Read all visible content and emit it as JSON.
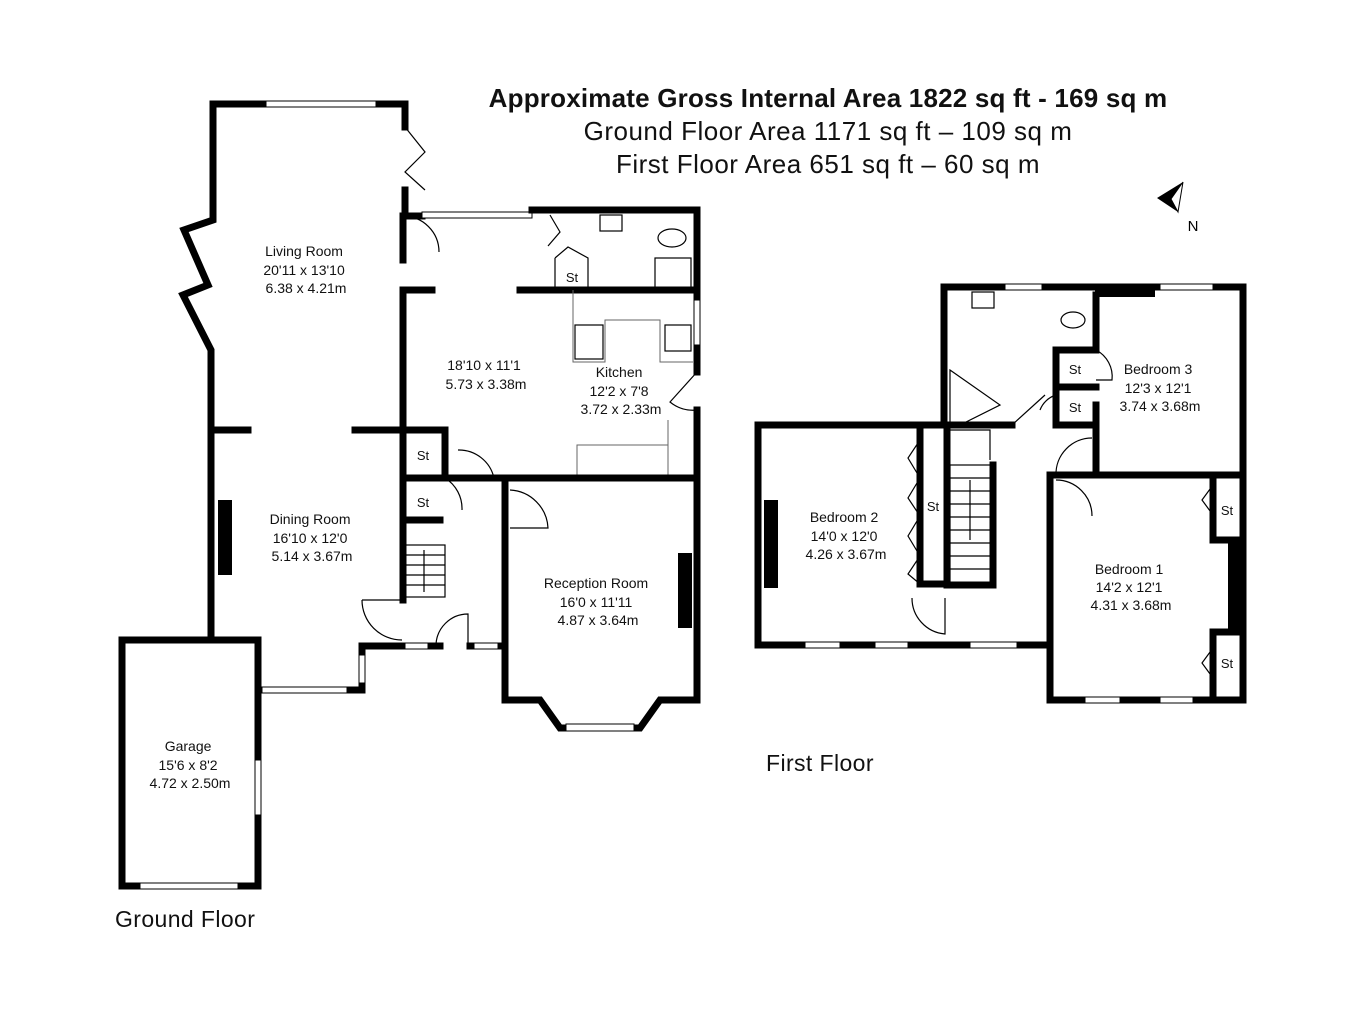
{
  "header": {
    "title": "Approximate Gross Internal Area 1822 sq ft - 169 sq m",
    "ground_area": "Ground Floor Area 1171 sq ft – 109 sq m",
    "first_area": "First Floor Area 651 sq ft – 60 sq m"
  },
  "compass": {
    "label": "N"
  },
  "ground_floor": {
    "label": "Ground Floor",
    "rooms": [
      {
        "name": "Living Room",
        "imperial": "20'11 x 13'10",
        "metric": "6.38 x 4.21m"
      },
      {
        "name": "",
        "imperial": "18'10 x 11'1",
        "metric": "5.73 x 3.38m"
      },
      {
        "name": "Kitchen",
        "imperial": "12'2 x 7'8",
        "metric": "3.72 x 2.33m"
      },
      {
        "name": "Dining Room",
        "imperial": "16'10 x 12'0",
        "metric": "5.14 x 3.67m"
      },
      {
        "name": "Reception Room",
        "imperial": "16'0 x 11'11",
        "metric": "4.87 x 3.64m"
      },
      {
        "name": "Garage",
        "imperial": "15'6 x 8'2",
        "metric": "4.72 x 2.50m"
      }
    ],
    "storage_labels": [
      "St",
      "St",
      "St"
    ]
  },
  "first_floor": {
    "label": "First Floor",
    "rooms": [
      {
        "name": "Bedroom 3",
        "imperial": "12'3 x 12'1",
        "metric": "3.74 x 3.68m"
      },
      {
        "name": "Bedroom 2",
        "imperial": "14'0 x 12'0",
        "metric": "4.26 x 3.67m"
      },
      {
        "name": "Bedroom 1",
        "imperial": "14'2 x 12'1",
        "metric": "4.31 x 3.68m"
      }
    ],
    "storage_labels": [
      "St",
      "St",
      "St",
      "St",
      "St"
    ]
  }
}
